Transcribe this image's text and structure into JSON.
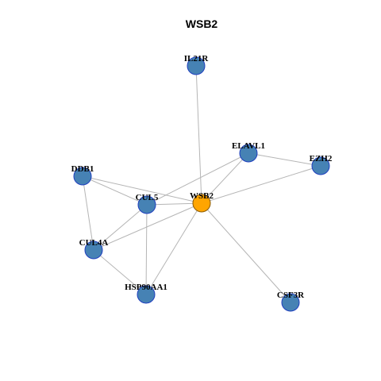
{
  "title": "WSB2",
  "colors": {
    "node_fill": "#4682b4",
    "node_stroke": "#1f3fbf",
    "center_fill": "#ffa500",
    "center_stroke": "#8a5a00",
    "edge": "#b5b5b5"
  },
  "nodes": [
    {
      "id": "IL21R",
      "label": "IL21R",
      "center": false
    },
    {
      "id": "ELAVL1",
      "label": "ELAVL1",
      "center": false
    },
    {
      "id": "EZH2",
      "label": "EZH2",
      "center": false
    },
    {
      "id": "DDB1",
      "label": "DDB1",
      "center": false
    },
    {
      "id": "CUL5",
      "label": "CUL5",
      "center": false
    },
    {
      "id": "WSB2",
      "label": "WSB2",
      "center": true
    },
    {
      "id": "CUL4A",
      "label": "CUL4A",
      "center": false
    },
    {
      "id": "HSP90AA1",
      "label": "HSP90AA1",
      "center": false
    },
    {
      "id": "CSF3R",
      "label": "CSF3R",
      "center": false
    }
  ],
  "edges": [
    [
      "IL21R",
      "WSB2"
    ],
    [
      "ELAVL1",
      "WSB2"
    ],
    [
      "ELAVL1",
      "EZH2"
    ],
    [
      "ELAVL1",
      "CUL5"
    ],
    [
      "EZH2",
      "WSB2"
    ],
    [
      "DDB1",
      "WSB2"
    ],
    [
      "DDB1",
      "CUL5"
    ],
    [
      "DDB1",
      "CUL4A"
    ],
    [
      "CUL5",
      "WSB2"
    ],
    [
      "CUL5",
      "CUL4A"
    ],
    [
      "CUL5",
      "HSP90AA1"
    ],
    [
      "CUL4A",
      "WSB2"
    ],
    [
      "CUL4A",
      "HSP90AA1"
    ],
    [
      "HSP90AA1",
      "WSB2"
    ],
    [
      "CSF3R",
      "WSB2"
    ]
  ]
}
